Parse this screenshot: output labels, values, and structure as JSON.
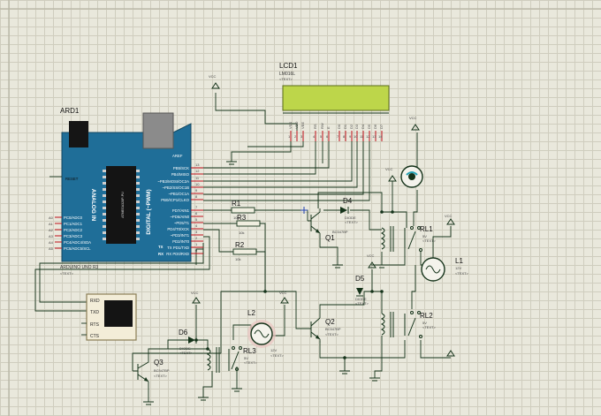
{
  "components": {
    "arduino": {
      "ref": "ARD1",
      "board_label": "ARDUINO UNO R3",
      "text_tag": "<TEXT>",
      "aref": "AREF",
      "reset": "RESET",
      "digital_title": "DIGITAL (~PWM)",
      "analog_title": "ANALOG IN",
      "chip_label": "ATMEGA328P-PU",
      "tx": "TX",
      "rx": "RX",
      "left_pins": [
        {
          "num": "A0",
          "name": "PC0/ADC0"
        },
        {
          "num": "A1",
          "name": "PC1/ADC1"
        },
        {
          "num": "A2",
          "name": "PC2/ADC2"
        },
        {
          "num": "A3",
          "name": "PC3/ADC3"
        },
        {
          "num": "A4",
          "name": "PC4/ADC4/SDA"
        },
        {
          "num": "A5",
          "name": "PC5/ADC5/SCL"
        }
      ],
      "right_pins": [
        {
          "name": "PB5/SCK",
          "num": "13"
        },
        {
          "name": "PB4/MISO",
          "num": "12"
        },
        {
          "name": "~PB3/MOSI/OC2A",
          "num": "11"
        },
        {
          "name": "~PB2/SS/OC1B",
          "num": "10"
        },
        {
          "name": "~PB1/OC1A",
          "num": "9"
        },
        {
          "name": "PB0/ICP1/CLKO",
          "num": "8"
        },
        {
          "name": "PD7/AIN1",
          "num": "7"
        },
        {
          "name": "~PD6/AIN0",
          "num": "6"
        },
        {
          "name": "~PD5/T1",
          "num": "5"
        },
        {
          "name": "PD4/T0/XCK",
          "num": "4"
        },
        {
          "name": "~PD3/INT1",
          "num": "3"
        },
        {
          "name": "PD2/INT0",
          "num": "2"
        },
        {
          "name": "TX PD1/TXD",
          "num": "1"
        },
        {
          "name": "RX PD0/RXD",
          "num": "0"
        }
      ]
    },
    "lcd": {
      "ref": "LCD1",
      "model": "LM016L",
      "text_tag": "<TEXT>",
      "pins": [
        "VSS",
        "VDD",
        "VEE",
        "RS",
        "RW",
        "E",
        "D0",
        "D1",
        "D2",
        "D3",
        "D4",
        "D5",
        "D6",
        "D7"
      ],
      "pin_nums": [
        "1",
        "2",
        "3",
        "4",
        "5",
        "6",
        "7",
        "8",
        "9",
        "10",
        "11",
        "12",
        "13",
        "14"
      ]
    },
    "terminal": {
      "pins": [
        "RXD",
        "TXD",
        "RTS",
        "CTS"
      ]
    },
    "resistors": [
      {
        "ref": "R1",
        "value": "10k",
        "text_tag": "<TEXT>"
      },
      {
        "ref": "R3",
        "value": "10k",
        "text_tag": "<TEXT>"
      },
      {
        "ref": "R2",
        "value": "10k",
        "text_tag": "<TEXT>"
      }
    ],
    "transistors": [
      {
        "ref": "Q1",
        "model": "BC547BP",
        "text_tag": "<TEXT>"
      },
      {
        "ref": "Q2",
        "model": "BC547BP",
        "text_tag": "<TEXT>"
      },
      {
        "ref": "Q3",
        "model": "BC547BP",
        "text_tag": "<TEXT>"
      }
    ],
    "diodes": [
      {
        "ref": "D4",
        "model": "DIODE",
        "text_tag": "<TEXT>"
      },
      {
        "ref": "D5",
        "model": "DIODE",
        "text_tag": "<TEXT>"
      },
      {
        "ref": "D6",
        "model": "DIODE",
        "text_tag": "<TEXT>"
      }
    ],
    "relays": [
      {
        "ref": "RL1",
        "value": "5V",
        "text_tag": "<TEXT>"
      },
      {
        "ref": "RL2",
        "value": "5V",
        "text_tag": "<TEXT>"
      },
      {
        "ref": "RL3",
        "value": "5V",
        "text_tag": "<TEXT>"
      }
    ],
    "lamps": [
      {
        "ref": "L1",
        "value": "12V",
        "text_tag": "<TEXT>"
      },
      {
        "ref": "L2",
        "value": "12V",
        "text_tag": "<TEXT>"
      }
    ],
    "vcc_label": "VCC"
  },
  "colors": {
    "background": "#e9e8dc",
    "grid": "#cfcdbe",
    "board_blue": "#1f6e98",
    "lcd_screen": "#bdd64a",
    "wire": "#15331a",
    "pin_red": "#c0101a"
  }
}
